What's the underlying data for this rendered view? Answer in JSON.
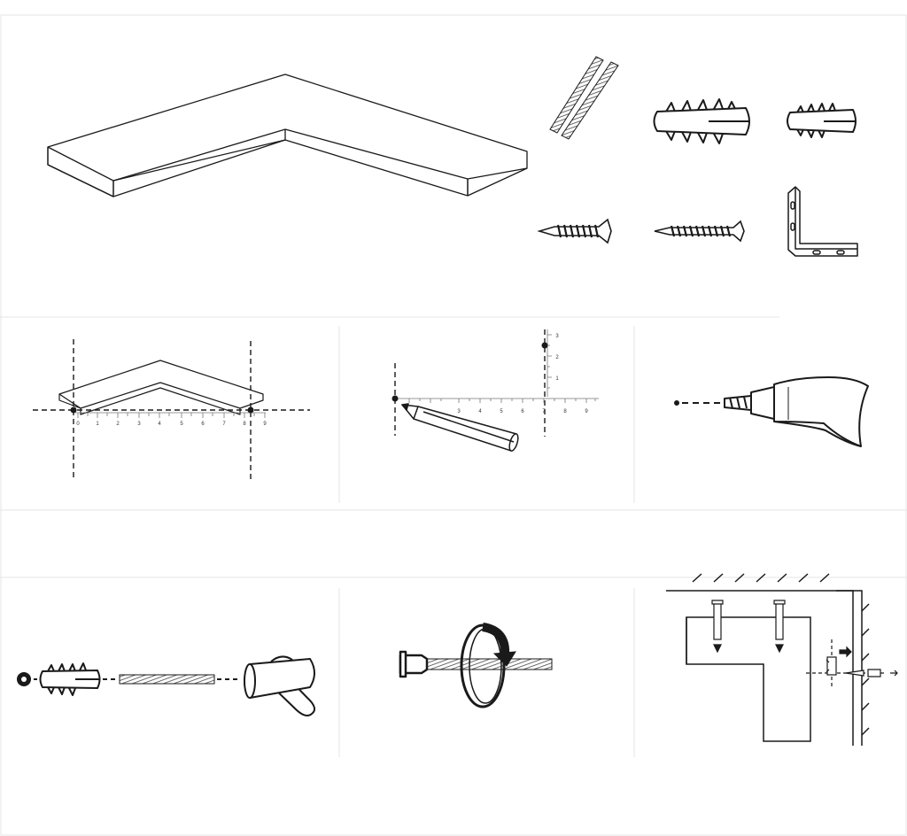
{
  "parts": {
    "threaded_rods": {
      "count": 2,
      "icon": "threaded-rod-icon"
    },
    "wall_anchor_large": {
      "icon": "wall-anchor-icon"
    },
    "wall_anchor_small": {
      "icon": "wall-anchor-icon"
    },
    "screw_short": {
      "icon": "wood-screw-icon"
    },
    "screw_long": {
      "icon": "wood-screw-icon"
    },
    "angle_bracket": {
      "icon": "l-bracket-icon"
    }
  },
  "steps": [
    {
      "name": "measure-shelf",
      "icon": "corner-shelf-icon"
    },
    {
      "name": "mark-wall",
      "icon": "pencil-icon"
    },
    {
      "name": "drill-hole",
      "icon": "drill-icon"
    },
    {
      "name": "hammer-anchor",
      "icon": "hammer-icon"
    },
    {
      "name": "screw-rod",
      "icon": "rotate-arrow-icon"
    },
    {
      "name": "mount-shelf",
      "icon": "wall-mount-icon"
    }
  ],
  "rulers": {
    "step1_ticks": [
      "0",
      "1",
      "2",
      "3",
      "4",
      "5",
      "6",
      "7",
      "8",
      "9"
    ],
    "step2_h_ticks": [
      "3",
      "4",
      "5",
      "6",
      "7",
      "8",
      "9"
    ],
    "step2_v_ticks": [
      "3",
      "2",
      "1"
    ]
  },
  "colors": {
    "line": "#1a1a1a",
    "panel_border": "#e6e6e6",
    "background": "#ffffff"
  }
}
